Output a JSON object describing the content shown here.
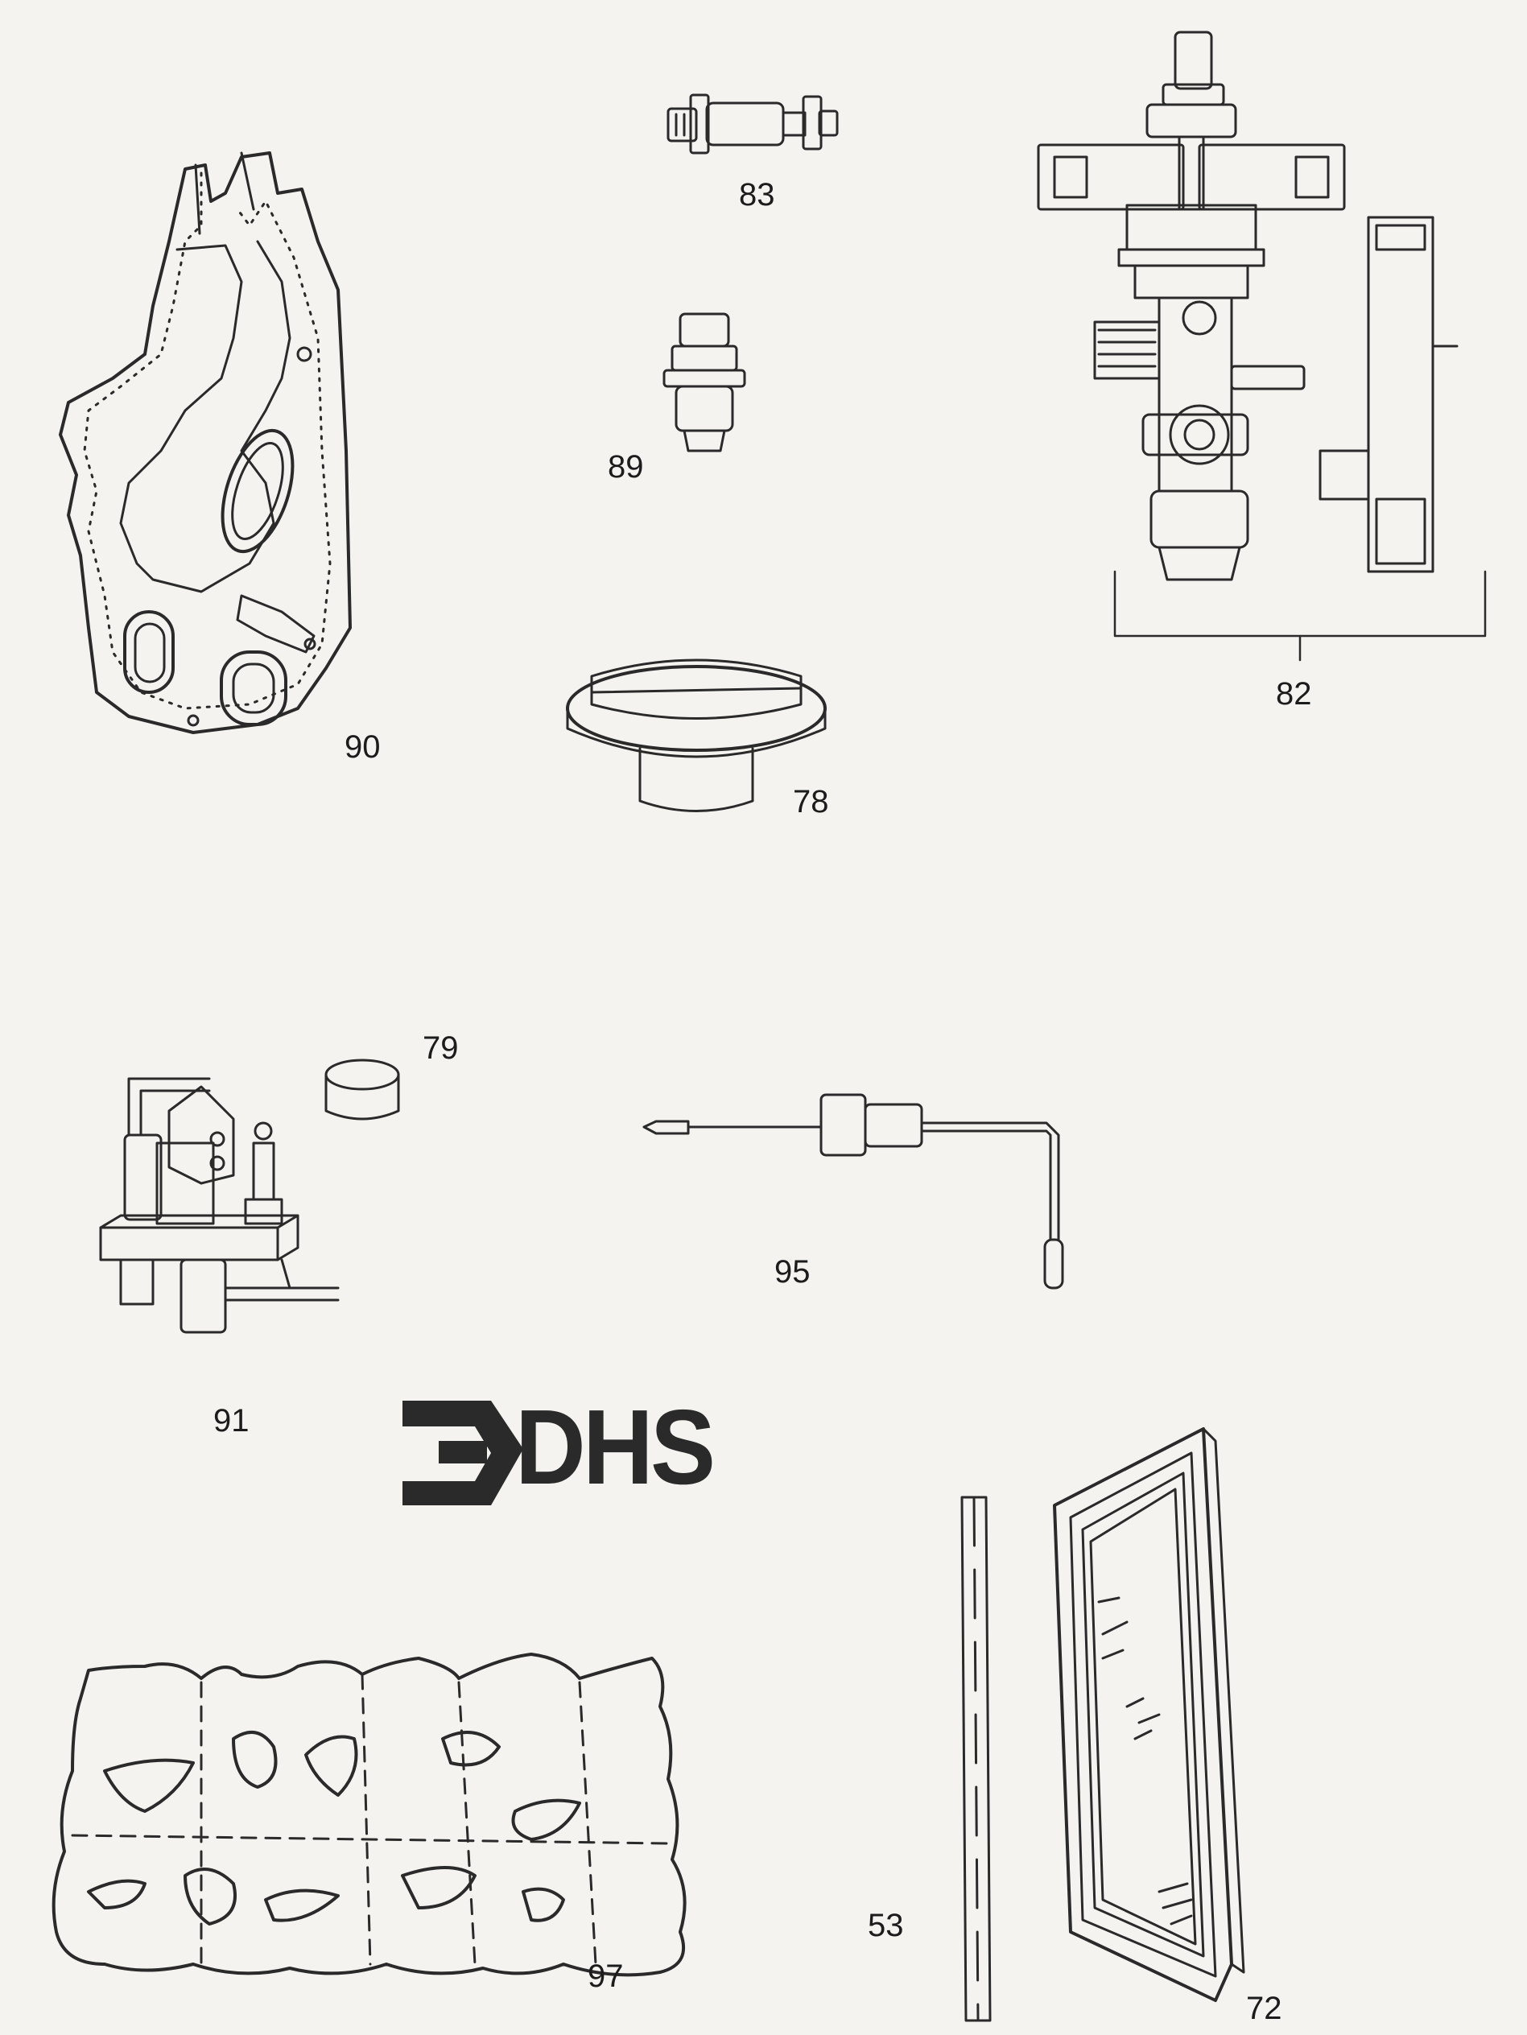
{
  "parts": [
    {
      "number": "83"
    },
    {
      "number": "82"
    },
    {
      "number": "90"
    },
    {
      "number": "89"
    },
    {
      "number": "78"
    },
    {
      "number": "79"
    },
    {
      "number": "95"
    },
    {
      "number": "91"
    },
    {
      "number": "97"
    },
    {
      "number": "53"
    },
    {
      "number": "72"
    }
  ],
  "logo": {
    "text": "DHS"
  },
  "colors": {
    "ink": "#2a2a2a",
    "paper": "#f4f3ef"
  }
}
